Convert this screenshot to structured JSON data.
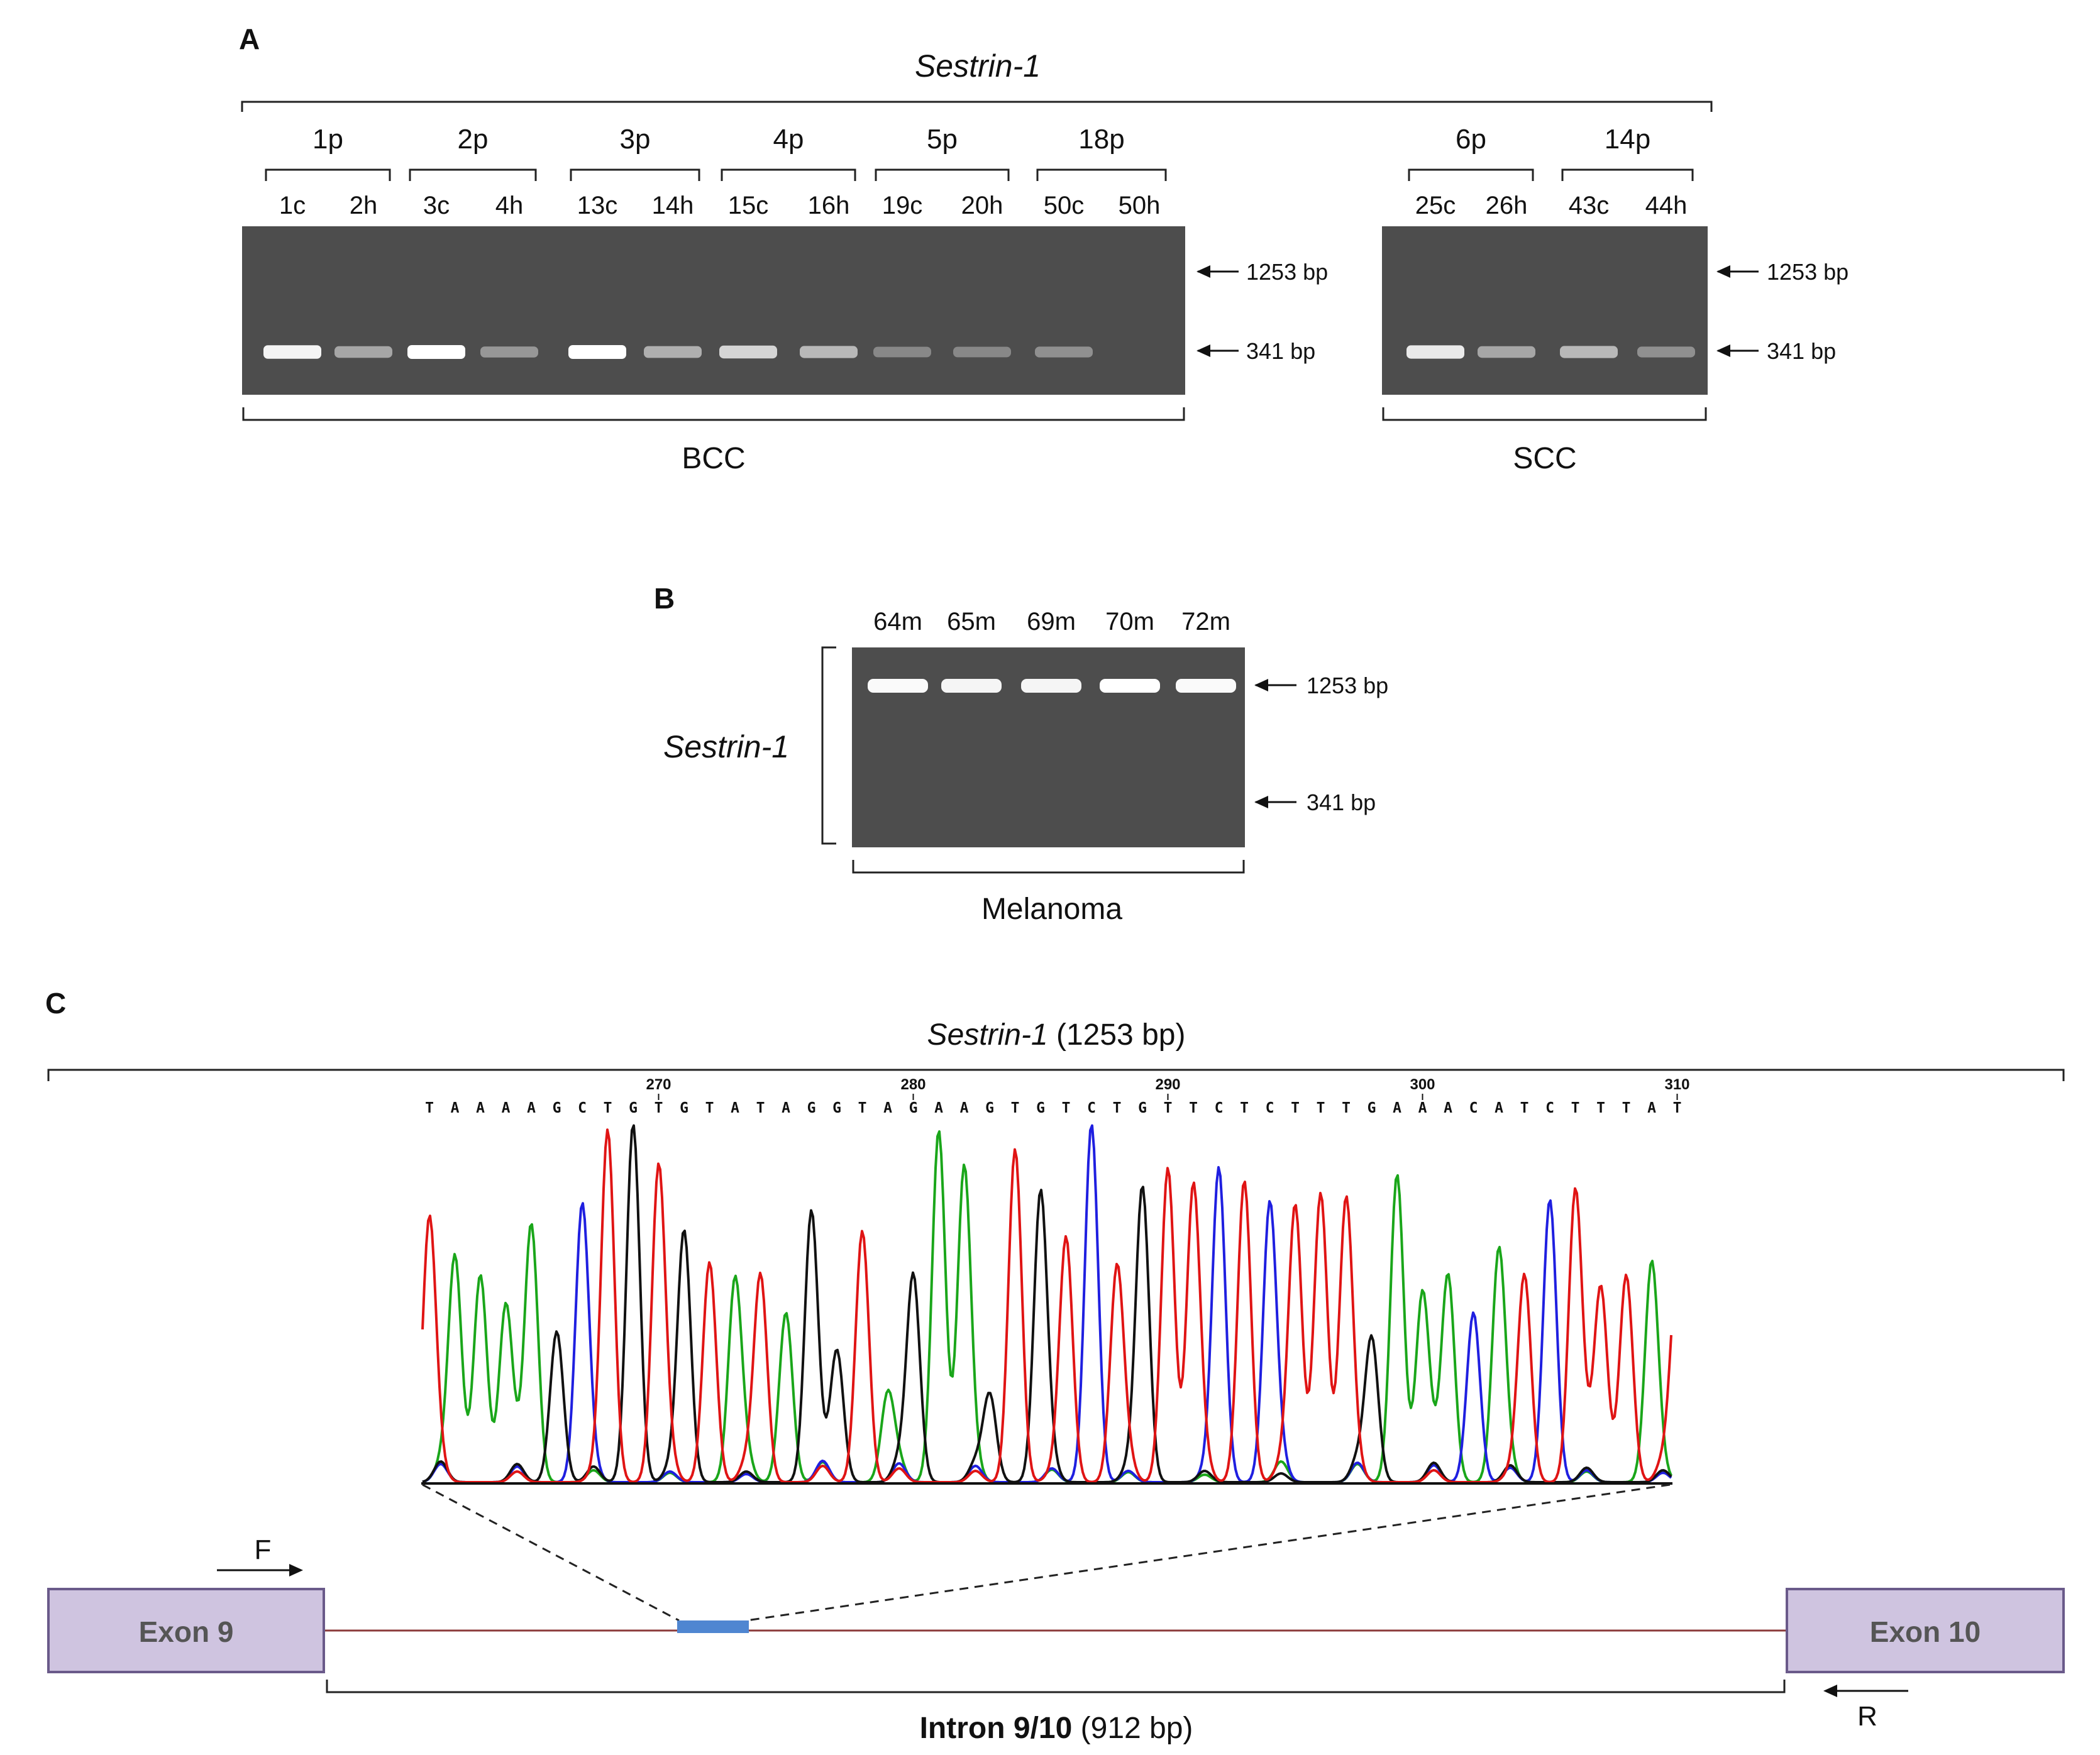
{
  "panel_a": {
    "label": "A",
    "title": "Sestrin-1",
    "bcc": {
      "label": "BCC",
      "groups": [
        {
          "label": "1p",
          "lanes": [
            "1c",
            "2h"
          ]
        },
        {
          "label": "2p",
          "lanes": [
            "3c",
            "4h"
          ]
        },
        {
          "label": "3p",
          "lanes": [
            "13c",
            "14h"
          ]
        },
        {
          "label": "4p",
          "lanes": [
            "15c",
            "16h"
          ]
        },
        {
          "label": "5p",
          "lanes": [
            "19c",
            "20h"
          ]
        },
        {
          "label": "18p",
          "lanes": [
            "50c",
            "50h"
          ]
        }
      ],
      "band_341_intensity": [
        0.95,
        0.55,
        1.0,
        0.45,
        1.0,
        0.6,
        0.8,
        0.65,
        0.35,
        0.35,
        0.4,
        0.0
      ]
    },
    "scc": {
      "label": "SCC",
      "groups": [
        {
          "label": "6p",
          "lanes": [
            "25c",
            "26h"
          ]
        },
        {
          "label": "14p",
          "lanes": [
            "43c",
            "44h"
          ]
        }
      ],
      "band_341_intensity": [
        0.9,
        0.55,
        0.65,
        0.4
      ]
    },
    "markers": [
      "1253 bp",
      "341 bp"
    ]
  },
  "panel_b": {
    "label": "B",
    "side_label": "Sestrin-1",
    "lanes": [
      "64m",
      "65m",
      "69m",
      "70m",
      "72m"
    ],
    "band_1253_intensity": [
      0.95,
      0.9,
      0.9,
      1.0,
      0.95
    ],
    "bottom_label": "Melanoma",
    "markers": [
      "1253 bp",
      "341 bp"
    ]
  },
  "panel_c": {
    "label": "C",
    "title_italic": "Sestrin-1",
    "title_rest": " (1253 bp)",
    "sequence": "TAAAAGCTGTGTATAGGTAGAAGTGTCTGTTCTCTTTGAAACATCTTTAT",
    "tick_labels": [
      "270",
      "280",
      "290",
      "300",
      "310"
    ],
    "base_colors": {
      "A": "#1aa61a",
      "C": "#1f1fe0",
      "G": "#111111",
      "T": "#e01414"
    },
    "exon_left": "Exon 9",
    "exon_right": "Exon 10",
    "primer_forward": "F",
    "primer_reverse": "R",
    "intron_bold": "Intron 9/10",
    "intron_rest": " (912 bp)",
    "exon_fill": "#cfc4e0",
    "exon_stroke": "#6a5a8a",
    "intron_line": "#8b3a3a",
    "region_color": "#4f86d1"
  }
}
